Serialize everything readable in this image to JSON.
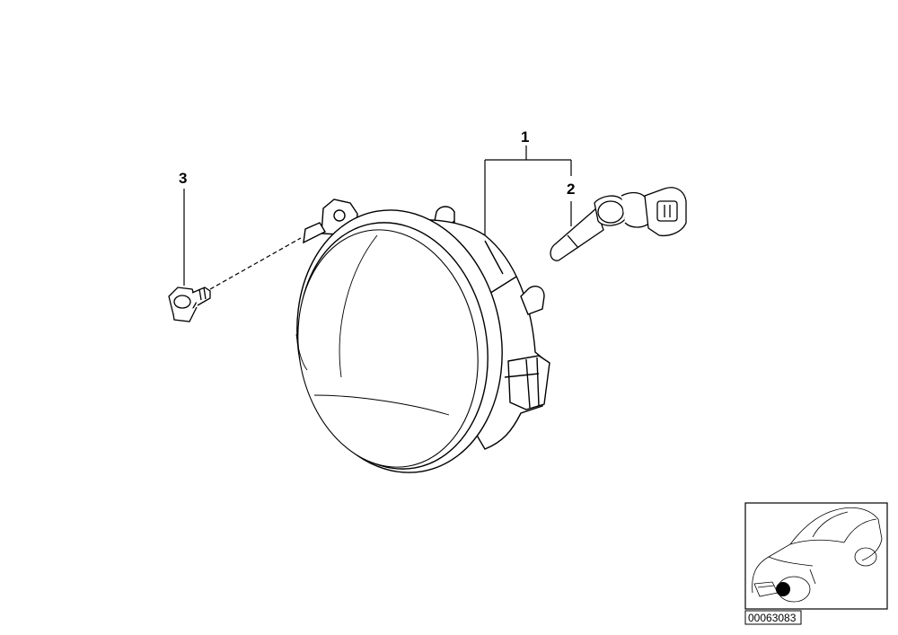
{
  "callouts": {
    "part_1": "1",
    "part_2": "2",
    "part_3": "3"
  },
  "reference_number": "00063083",
  "colors": {
    "line": "#000000",
    "background": "#ffffff",
    "locator_dot": "#000000"
  }
}
